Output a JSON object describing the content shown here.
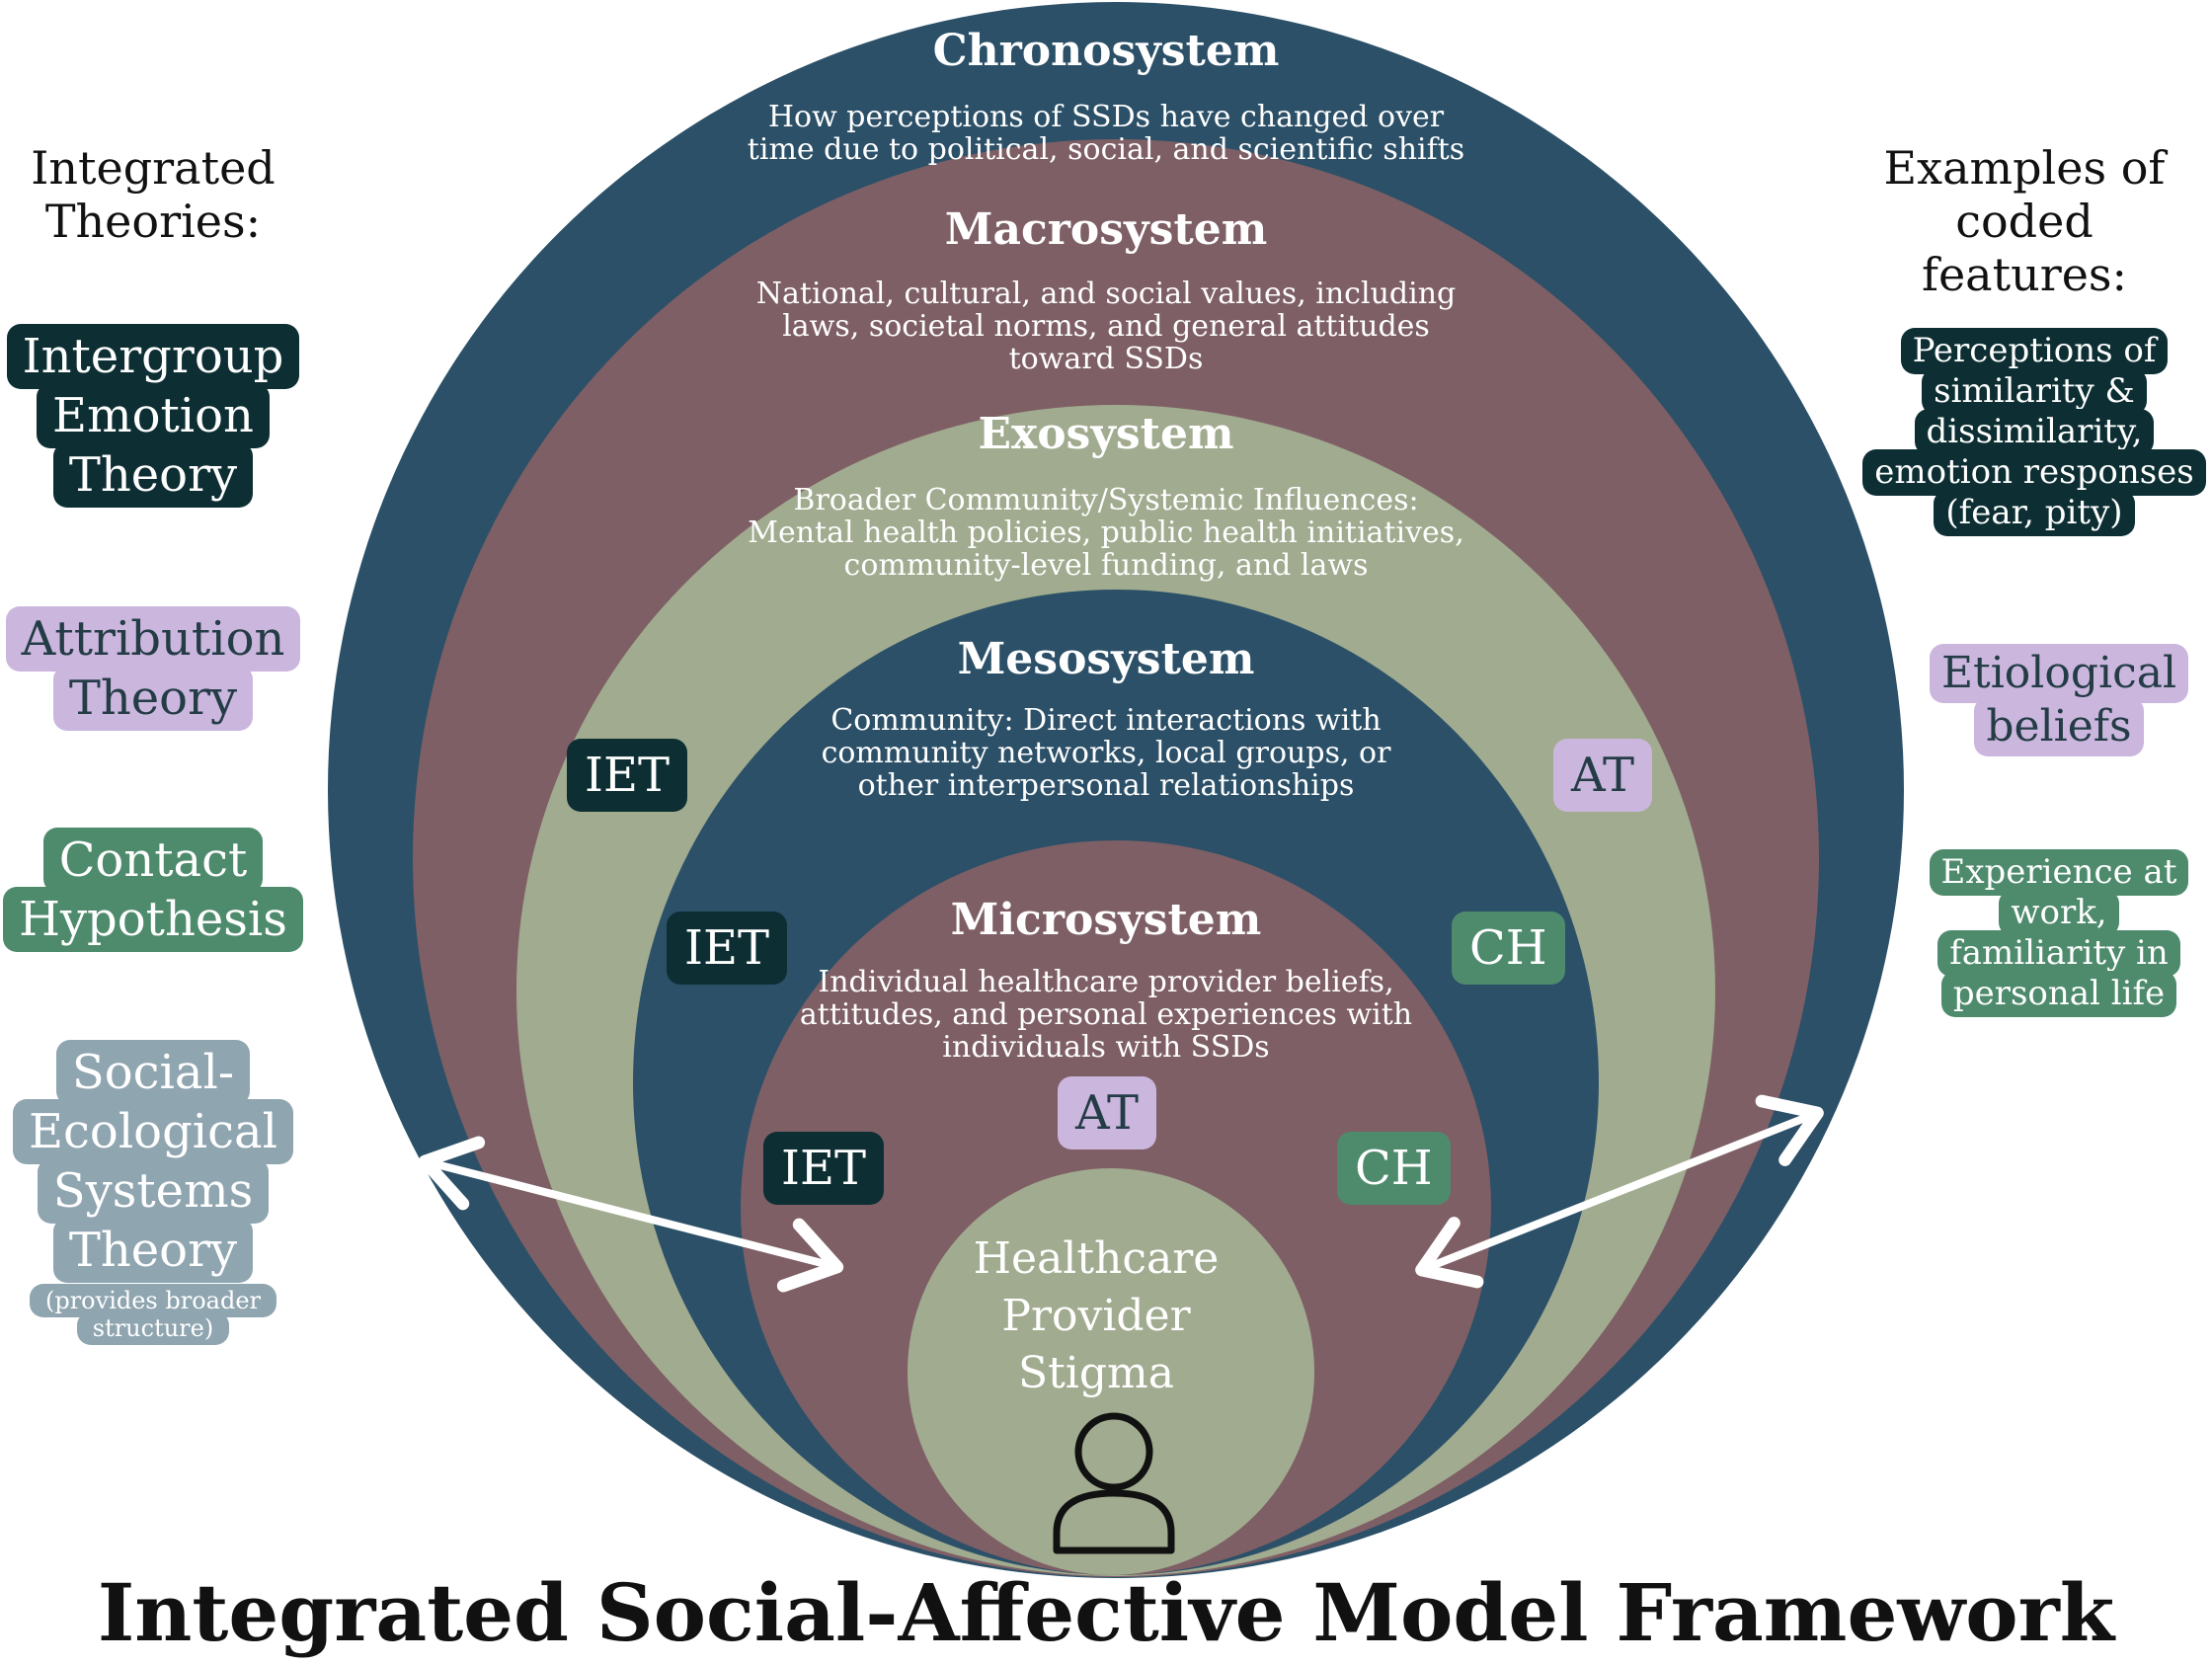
{
  "left_panel": {
    "heading": [
      "Integrated",
      "Theories:"
    ],
    "theories": [
      {
        "lines": [
          "Intergroup",
          "Emotion",
          "Theory"
        ]
      },
      {
        "lines": [
          "Attribution",
          "Theory"
        ]
      },
      {
        "lines": [
          "Contact",
          "Hypothesis"
        ]
      },
      {
        "lines": [
          "Social-",
          "Ecological",
          "Systems",
          "Theory"
        ],
        "note": [
          "(provides broader",
          "structure)"
        ]
      }
    ]
  },
  "right_panel": {
    "heading": [
      "Examples of",
      "coded features:"
    ],
    "features": [
      {
        "lines": [
          "Perceptions of",
          "similarity &",
          "dissimilarity,",
          "emotion responses",
          "(fear, pity)"
        ]
      },
      {
        "lines": [
          "Etiological",
          "beliefs"
        ]
      },
      {
        "lines": [
          "Experience at",
          "work,",
          "familiarity in",
          "personal life"
        ]
      }
    ]
  },
  "layers": [
    {
      "name": "Chronosystem",
      "description": [
        "How perceptions of SSDs have changed over",
        "time due to political, social, and scientific shifts"
      ]
    },
    {
      "name": "Macrosystem",
      "description": [
        "National, cultural, and social values, including",
        "laws, societal norms, and general attitudes",
        "toward SSDs"
      ]
    },
    {
      "name": "Exosystem",
      "description": [
        "Broader Community/Systemic Influences:",
        "Mental health policies, public health initiatives,",
        "community-level funding, and laws"
      ]
    },
    {
      "name": "Mesosystem",
      "description": [
        "Community: Direct interactions with",
        "community networks, local groups, or",
        "other interpersonal relationships"
      ]
    },
    {
      "name": "Microsystem",
      "description": [
        "Individual healthcare provider beliefs,",
        "attitudes, and personal experiences with",
        "individuals with SSDs"
      ]
    }
  ],
  "center": {
    "lines": [
      "Healthcare",
      "Provider",
      "Stigma"
    ],
    "icon": "person-icon"
  },
  "badges": {
    "iet": "IET",
    "at": "AT",
    "ch": "CH"
  },
  "title": "Integrated Social-Affective Model Framework",
  "colors": {
    "chronosystem": "#2b5068",
    "macrosystem": "#7e5f65",
    "exosystem": "#a1ab8f",
    "mesosystem": "#2b5068",
    "microsystem": "#7e5f65",
    "center": "#a1ab8f",
    "iet": "#0d2f33",
    "at": "#cbb6de",
    "ch": "#4e8b6c",
    "sest": "#8fa5b0"
  }
}
